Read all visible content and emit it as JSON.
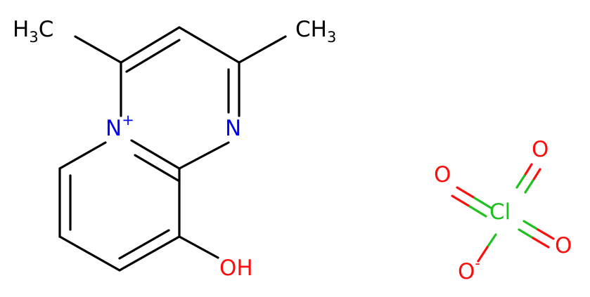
{
  "molecule": {
    "colors": {
      "bond": "#000000",
      "nitrogen": "#0000ff",
      "oxygen": "#ff0d0d",
      "chlorine": "#1fc01f"
    },
    "labels": {
      "methyl_left": {
        "main": "H",
        "sub": "3",
        "tail": "C"
      },
      "methyl_right": {
        "main": "CH",
        "sub": "3"
      },
      "n_plus": {
        "main": "N",
        "charge": "+"
      },
      "n_ring": "N",
      "hydroxyl": "OH",
      "o_top_left": "O",
      "o_top_right": "O",
      "chlorine": "Cl",
      "o_right": "O",
      "o_minus": {
        "main": "O",
        "charge": "-"
      }
    }
  }
}
